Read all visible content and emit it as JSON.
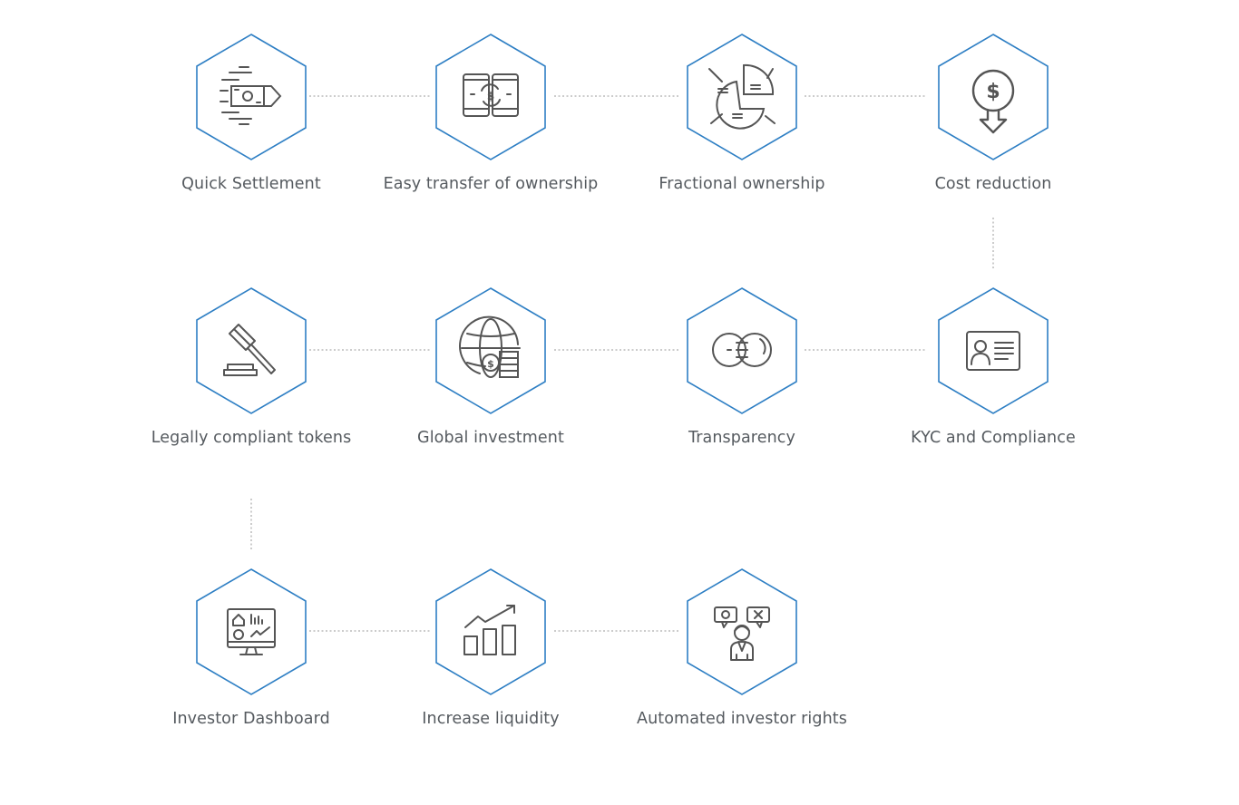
{
  "colors": {
    "hex_stroke": "#2e7fc4",
    "icon_stroke": "#555555",
    "connector": "#9a9a9a",
    "label": "#555a5f"
  },
  "features": [
    {
      "id": "quick-settlement",
      "label": "Quick Settlement",
      "icon": "fast-money-icon"
    },
    {
      "id": "easy-transfer",
      "label": "Easy transfer of ownership",
      "icon": "phone-transfer-icon"
    },
    {
      "id": "fractional-ownership",
      "label": "Fractional ownership",
      "icon": "pie-chart-icon"
    },
    {
      "id": "cost-reduction",
      "label": "Cost reduction",
      "icon": "dollar-down-icon"
    },
    {
      "id": "legally-compliant",
      "label": "Legally compliant tokens",
      "icon": "gavel-icon"
    },
    {
      "id": "global-investment",
      "label": "Global investment",
      "icon": "globe-dollar-icon"
    },
    {
      "id": "transparency",
      "label": "Transparency",
      "icon": "overlap-circles-icon"
    },
    {
      "id": "kyc-compliance",
      "label": "KYC and Compliance",
      "icon": "id-card-icon"
    },
    {
      "id": "investor-dashboard",
      "label": "Investor Dashboard",
      "icon": "dashboard-monitor-icon"
    },
    {
      "id": "increase-liquidity",
      "label": "Increase liquidity",
      "icon": "growth-chart-icon"
    },
    {
      "id": "automated-rights",
      "label": "Automated investor rights",
      "icon": "person-decision-icon"
    }
  ]
}
